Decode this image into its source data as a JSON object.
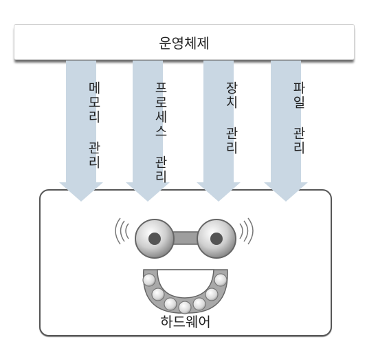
{
  "diagram": {
    "top_box": {
      "label": "운영체제"
    },
    "arrows": [
      {
        "label": "메모리 관리"
      },
      {
        "label": "프로세스 관리"
      },
      {
        "label": "장치 관리"
      },
      {
        "label": "파일 관리"
      }
    ],
    "bottom_box": {
      "label": "하드웨어"
    },
    "colors": {
      "arrow_fill": "#c9d7e3",
      "box_border": "#555555",
      "os_shadow": "#6f6f6f"
    },
    "icons": [
      "hardware-robot-icon"
    ]
  }
}
